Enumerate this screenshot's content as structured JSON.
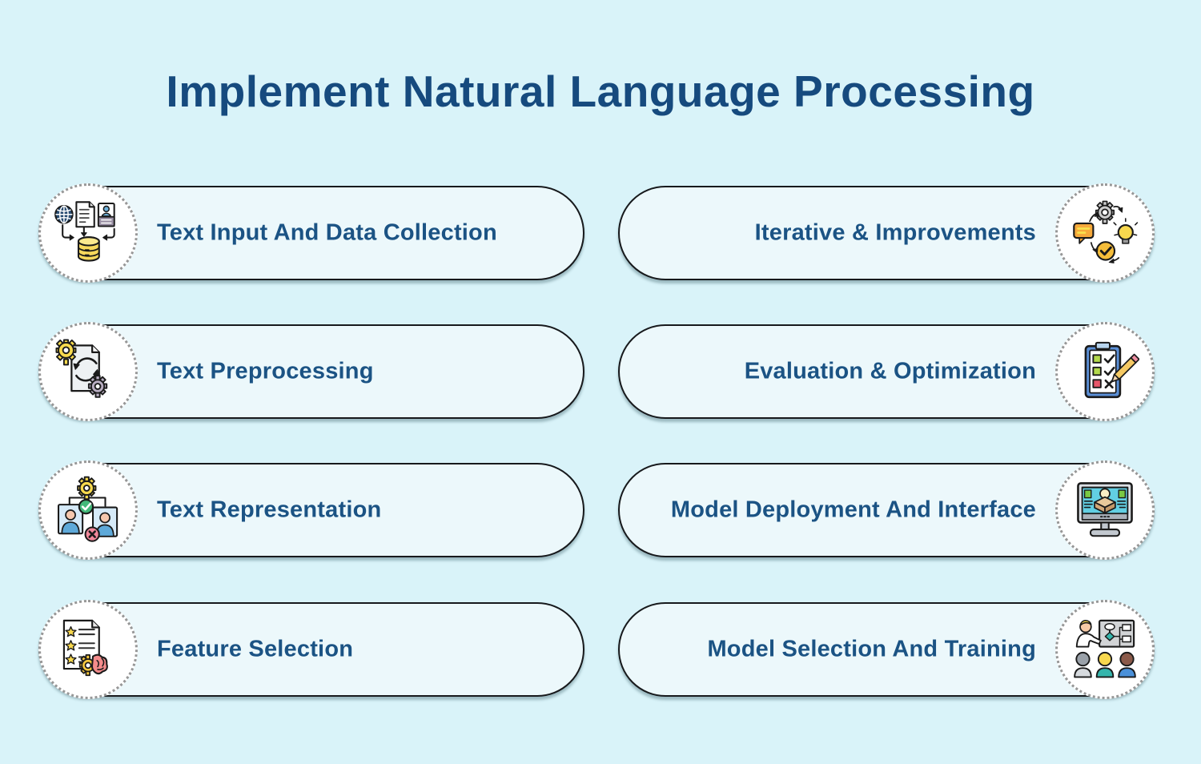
{
  "title": "Implement Natural Language Processing",
  "colors": {
    "background": "#d9f3f9",
    "card_fill": "#ecf8fb",
    "card_border": "#17191c",
    "title_text": "#164a7e",
    "label_text": "#1b5384",
    "dotted_circle": "#979797",
    "accent_yellow": "#f8d84e",
    "accent_green": "#43b97a",
    "accent_red": "#f2788a",
    "accent_blue": "#5b8fd6",
    "accent_cyan": "#62cfe3",
    "accent_orange": "#f6a93b"
  },
  "cards": [
    {
      "label": "Text Input And Data Collection",
      "icon": "data-collection-icon",
      "column": "left",
      "row": 1
    },
    {
      "label": "Text Preprocessing",
      "icon": "text-preprocessing-icon",
      "column": "left",
      "row": 2
    },
    {
      "label": "Text Representation",
      "icon": "text-representation-icon",
      "column": "left",
      "row": 3
    },
    {
      "label": "Feature Selection",
      "icon": "feature-selection-icon",
      "column": "left",
      "row": 4
    },
    {
      "label": "Iterative & Improvements",
      "icon": "iterative-improvements-icon",
      "column": "right",
      "row": 1
    },
    {
      "label": "Evaluation & Optimization",
      "icon": "evaluation-optimization-icon",
      "column": "right",
      "row": 2
    },
    {
      "label": "Model Deployment And Interface",
      "icon": "model-deployment-icon",
      "column": "right",
      "row": 3
    },
    {
      "label": "Model Selection And Training",
      "icon": "model-selection-training-icon",
      "column": "right",
      "row": 4
    }
  ]
}
